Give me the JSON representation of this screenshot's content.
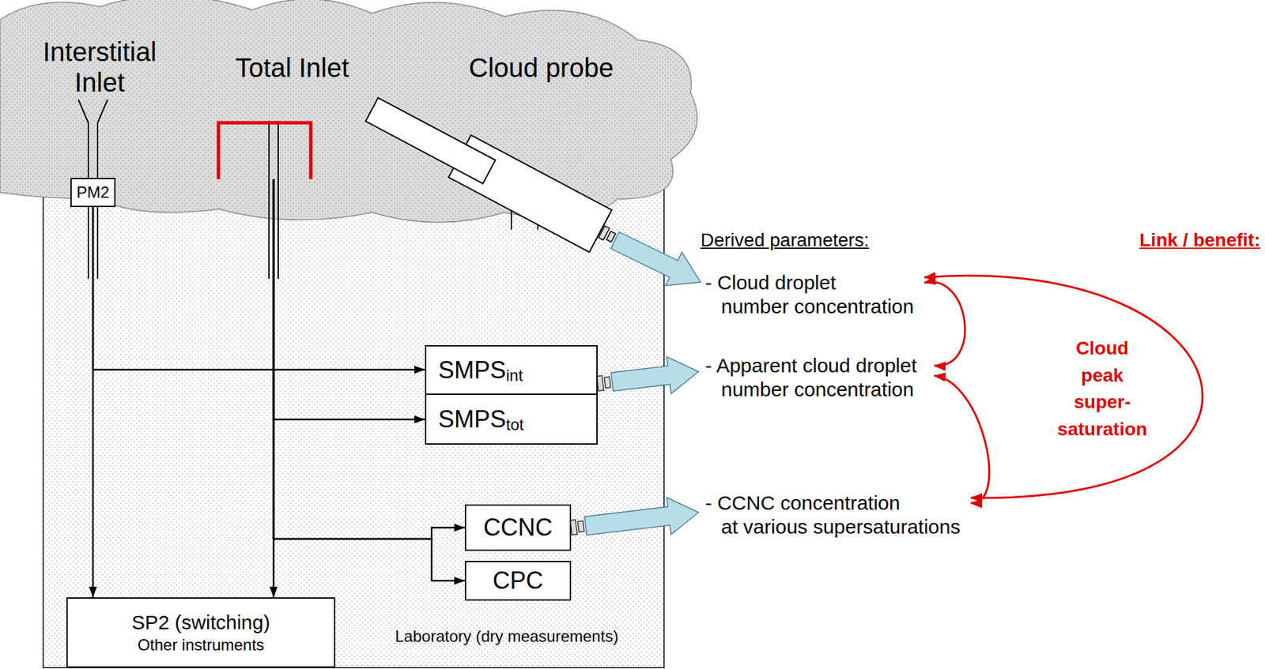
{
  "diagram": {
    "nodes": [
      {
        "text": [
          "Laboratory (dry measurements)"
        ]
      },
      {
        "text": [
          "PM2"
        ]
      },
      {
        "text": [
          "Total Inlet"
        ]
      },
      {
        "text": [
          "SMPS",
          "int"
        ],
        "in": 0
      },
      {
        "text": [
          "SMPS",
          "tot"
        ],
        "in": 0
      },
      {
        "text": [
          "CCNC"
        ],
        "in": 0
      },
      {
        "text": [
          "CPC"
        ],
        "in": 0
      },
      {
        "text": [
          "SP2 (switching)",
          "Other instruments"
        ],
        "in": 0
      },
      {
        "text": [
          "- Cloud droplet number concentration"
        ]
      },
      {
        "text": [
          "- Apparent cloud droplet number concentration"
        ]
      },
      {
        "text": [
          "- CCNC concentration at various supersaturations"
        ]
      }
    ],
    "edges": [
      {
        "from": 1,
        "to": 3,
        "arrow": "to"
      },
      {
        "from": 1,
        "to": 7,
        "arrow": "to"
      },
      {
        "from": 2,
        "to": 4,
        "arrow": "to"
      },
      {
        "from": 2,
        "to": 5,
        "arrow": "to"
      },
      {
        "from": 2,
        "to": 6,
        "arrow": "to"
      },
      {
        "from": 2,
        "to": 7,
        "arrow": "to"
      },
      {
        "from": 3,
        "to": 9,
        "arrow": "to"
      },
      {
        "from": 5,
        "to": 10,
        "arrow": "to"
      },
      {
        "from": 8,
        "to": 9,
        "arrow": "both"
      },
      {
        "from": 9,
        "to": 10,
        "arrow": "both"
      },
      {
        "from": 8,
        "to": 10,
        "arrow": "both"
      }
    ],
    "labels": [
      "Interstitial Inlet",
      "Cloud probe",
      "Derived parameters:",
      "Link / benefit:",
      "Cloud peak super- saturation"
    ]
  }
}
